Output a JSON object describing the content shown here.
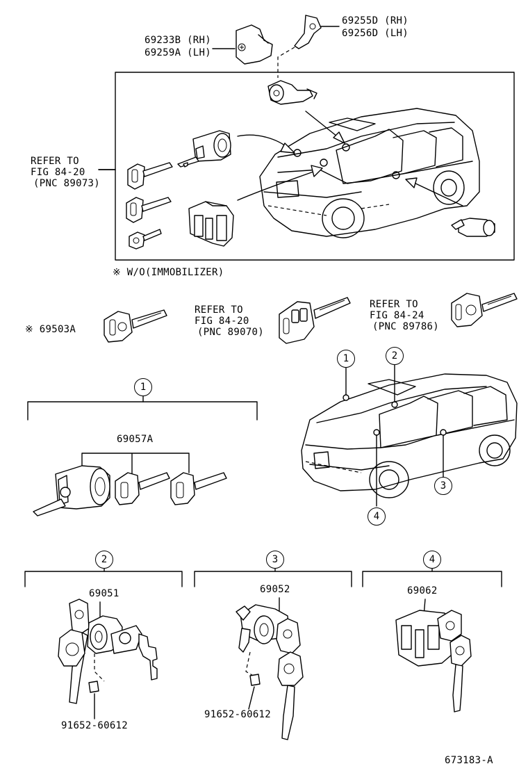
{
  "callouts": {
    "p_69233B": "69233B (RH)",
    "p_69259A": "69259A (LH)",
    "p_69255D": "69255D (RH)",
    "p_69256D": "69256D (LH)",
    "refer_1_a": "REFER TO",
    "refer_1_b": "FIG 84-20",
    "refer_1_c": "(PNC 89073)",
    "wo_note": "※ W/O(IMMOBILIZER)",
    "p_69503A": "※ 69503A",
    "refer_2_a": "REFER TO",
    "refer_2_b": "FIG 84-20",
    "refer_2_c": "(PNC 89070)",
    "refer_3_a": "REFER TO",
    "refer_3_b": "FIG 84-24",
    "refer_3_c": "(PNC 89786)",
    "p_69057A": "69057A",
    "p_69051": "69051",
    "p_69052": "69052",
    "p_69062": "69062",
    "p_91652_a": "91652-60612",
    "p_91652_b": "91652-60612",
    "figure_id": "673183-A"
  },
  "markers": {
    "m1": "1",
    "m2": "2",
    "m3": "3",
    "m4": "4"
  },
  "colors": {
    "ink": "#000000",
    "paper": "#ffffff"
  }
}
